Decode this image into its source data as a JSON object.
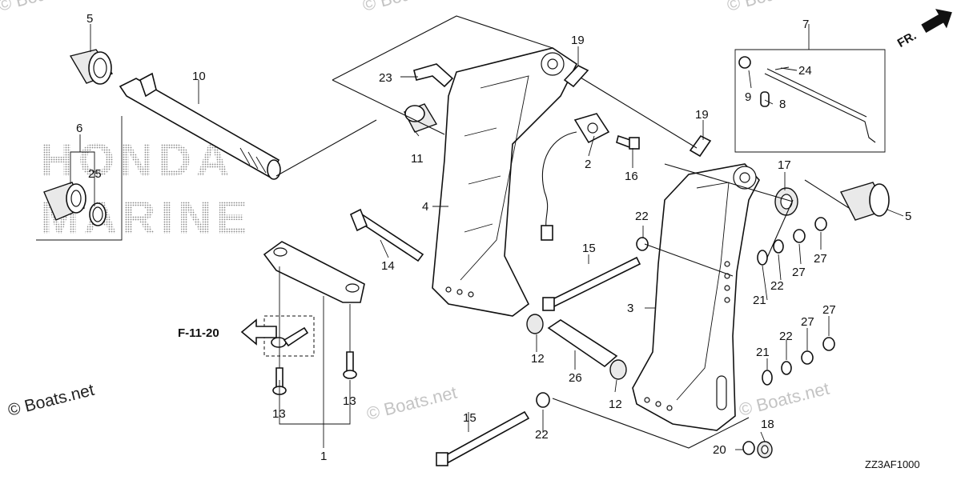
{
  "diagram": {
    "callouts": {
      "c5a": "5",
      "c10": "10",
      "c6": "6",
      "c25": "25",
      "c23": "23",
      "c19a": "19",
      "c11": "11",
      "c2": "2",
      "c16": "16",
      "c4": "4",
      "c14": "14",
      "c13a": "13",
      "c13b": "13",
      "c1": "1",
      "c19b": "19",
      "c15a": "15",
      "c12a": "12",
      "c26": "26",
      "c12b": "12",
      "c15b": "15",
      "c22a": "22",
      "c3": "3",
      "c7": "7",
      "c24": "24",
      "c9": "9",
      "c8": "8",
      "c17": "17",
      "c5b": "5",
      "c22b": "22",
      "c22c": "22",
      "c27a": "27",
      "c27b": "27",
      "c21a": "21",
      "c21b": "21",
      "c22d": "22",
      "c27c": "27",
      "c27d": "27",
      "c18": "18",
      "c20": "20"
    },
    "reference": "F-11-20",
    "direction": "FR.",
    "watermark_main": "© Boats.net",
    "watermark_faint": "© Boats.net",
    "brand_line1": "HONDA",
    "brand_line2": "MARINE",
    "diagram_code": "ZZ3AF1000"
  }
}
